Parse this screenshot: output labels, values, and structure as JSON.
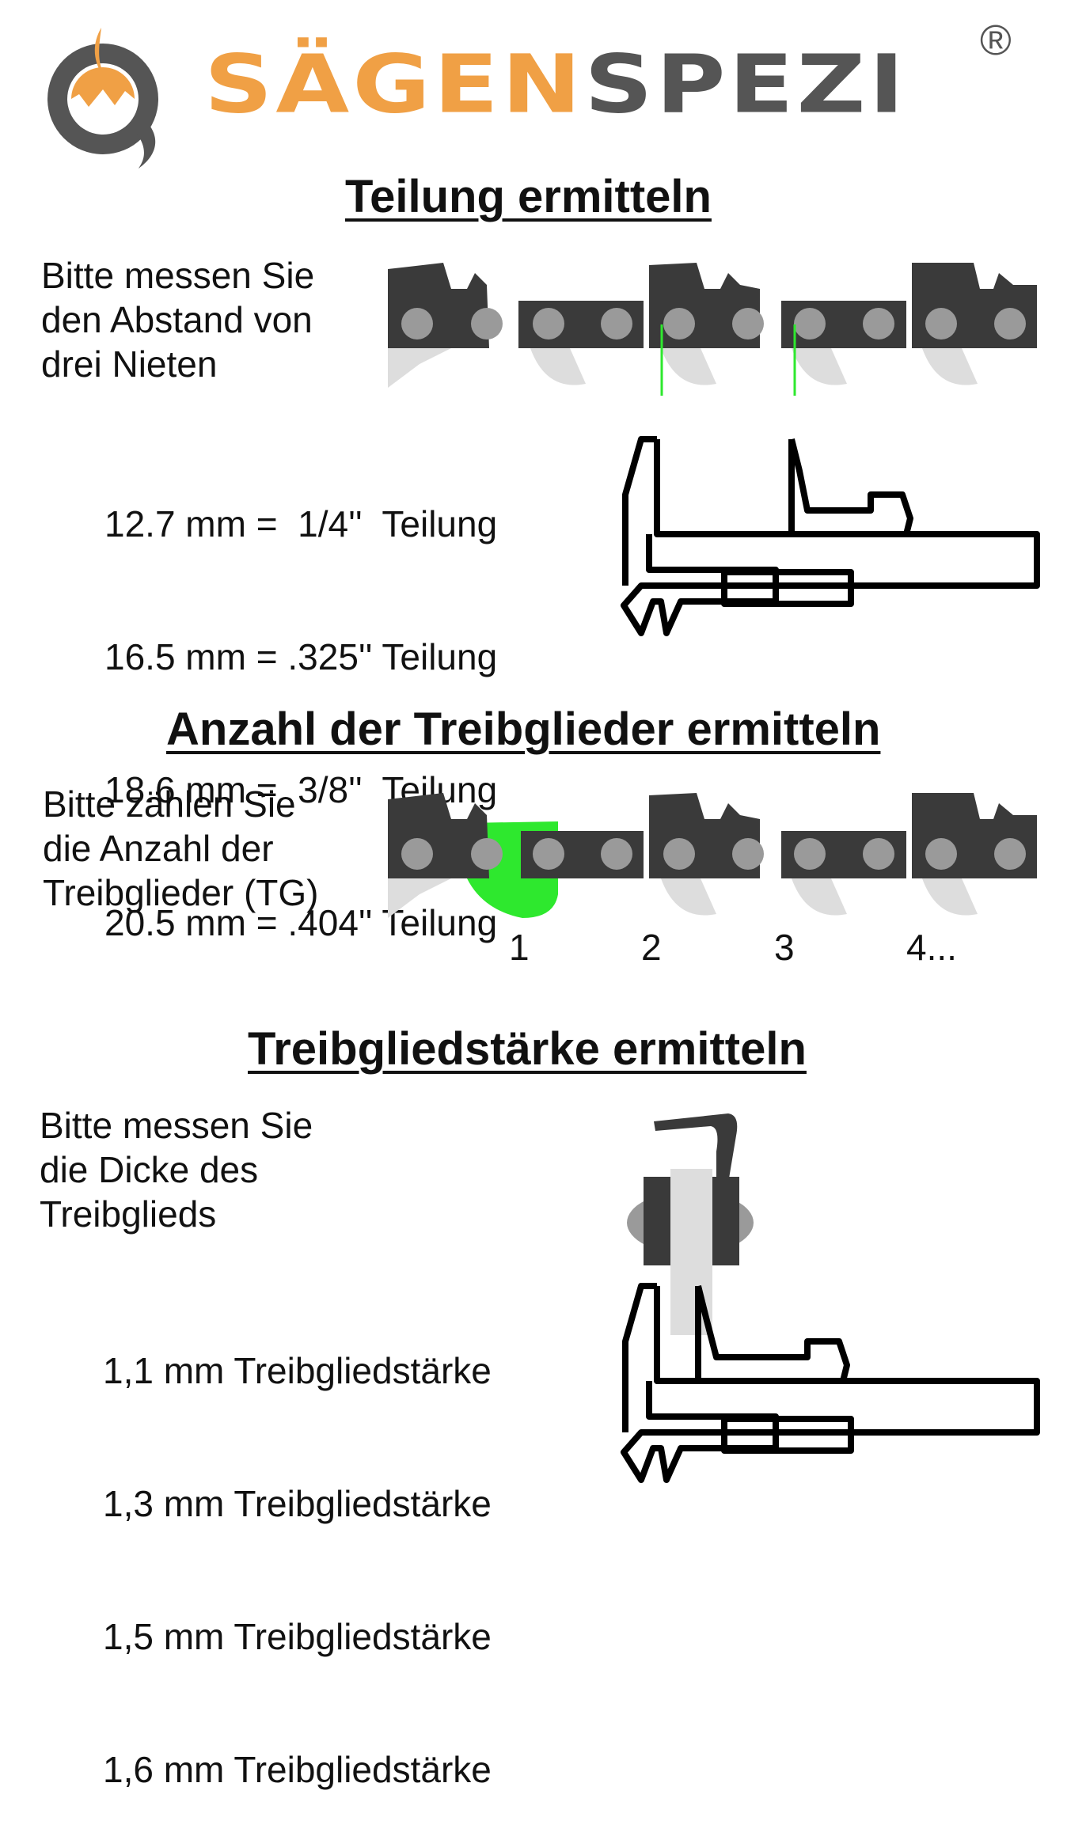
{
  "logo": {
    "brand_part1": "SÄGEN",
    "brand_part2": "SPEZI",
    "registered": "®",
    "icon": "mountain-gear-icon",
    "colors": {
      "accent": "#f0a045",
      "dark": "#555555"
    }
  },
  "section1": {
    "title": "Teilung ermitteln",
    "instruction": [
      "Bitte messen Sie",
      "den Abstand von",
      "drei Nieten"
    ],
    "pitches": [
      "12.7 mm =  1/4''  Teilung",
      "16.5 mm = .325'' Teilung",
      "18.6 mm =  3/8''  Teilung",
      "20.5 mm = .404'' Teilung"
    ]
  },
  "section2": {
    "title": "Anzahl der Treibglieder ermitteln",
    "instruction": [
      "Bitte zählen Sie",
      "die Anzahl der",
      "Treibglieder (TG)"
    ],
    "counts": [
      "1",
      "2",
      "3",
      "4..."
    ]
  },
  "section3": {
    "title": "Treibgliedstärke ermitteln",
    "instruction": [
      "Bitte messen Sie",
      "die Dicke des",
      "Treibglieds"
    ],
    "gauges": [
      "1,1 mm Treibgliedstärke",
      "1,3 mm Treibgliedstärke",
      "1,5 mm Treibgliedstärke",
      "1,6 mm Treibgliedstärke"
    ]
  },
  "colors": {
    "chain": "#3a3a3a",
    "rivet": "#9a9a9a",
    "drive_link": "#dddddd",
    "highlight": "#2ee82e"
  }
}
